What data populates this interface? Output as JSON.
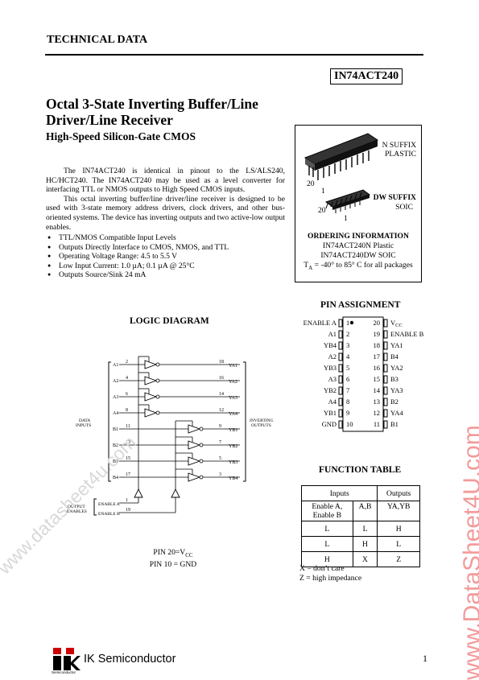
{
  "header": {
    "technical_data": "TECHNICAL DATA",
    "part_number": "IN74ACT240"
  },
  "title": {
    "line1": "Octal 3-State Inverting Buffer/Line",
    "line2": "Driver/Line Receiver",
    "subtitle": "High-Speed Silicon-Gate CMOS"
  },
  "description": {
    "para1": "The IN74ACT240 is identical in pinout to the LS/ALS240, HC/HCT240. The IN74ACT240 may be used as a level converter for interfacing TTL or NMOS outputs to High Speed CMOS inputs.",
    "para2": "This octal inverting buffer/line driver/line receiver is designed to be used with 3-state memory address drivers, clock drivers, and other bus-oriented systems. The device has inverting outputs and two active-low output enables."
  },
  "features": [
    "TTL/NMOS Compatible Input Levels",
    "Outputs Directly Interface to CMOS, NMOS, and TTL",
    "Operating Voltage Range: 4.5 to 5.5 V",
    "Low Input Current: 1.0 µA; 0.1 µA @ 25°C",
    "Outputs Source/Sink 24 mA"
  ],
  "package": {
    "n_suffix": "N SUFFIX",
    "n_type": "PLASTIC",
    "dw_suffix": "DW SUFFIX",
    "dw_type": "SOIC",
    "pin20": "20",
    "pin1": "1",
    "ordering_title": "ORDERING INFORMATION",
    "order1": "IN74ACT240N Plastic",
    "order2": "IN74ACT240DW SOIC",
    "temp_ta": "T",
    "temp_sub": "A",
    "temp_rest": " = -40° to 85° C for all packages"
  },
  "logic": {
    "title": "LOGIC DIAGRAM",
    "data_inputs": [
      "DATA",
      "INPUTS"
    ],
    "inverting_outputs": [
      "INVERTING",
      "OUTPUTS"
    ],
    "output_enables": [
      "OUTPUT",
      "ENABLES"
    ],
    "enable_a": "ENABLE A",
    "enable_b": "ENABLE B",
    "enable_a_pin": "1",
    "enable_b_pin": "19",
    "gates": [
      {
        "in": "A1",
        "in_pin": "2",
        "out": "YA1",
        "out_pin": "18"
      },
      {
        "in": "A2",
        "in_pin": "4",
        "out": "YA2",
        "out_pin": "16"
      },
      {
        "in": "A3",
        "in_pin": "6",
        "out": "YA3",
        "out_pin": "14"
      },
      {
        "in": "A4",
        "in_pin": "8",
        "out": "YA4",
        "out_pin": "12"
      },
      {
        "in": "B1",
        "in_pin": "11",
        "out": "YB1",
        "out_pin": "9"
      },
      {
        "in": "B2",
        "in_pin": "13",
        "out": "YB2",
        "out_pin": "7"
      },
      {
        "in": "B3",
        "in_pin": "15",
        "out": "YB3",
        "out_pin": "5"
      },
      {
        "in": "B4",
        "in_pin": "17",
        "out": "YB4",
        "out_pin": "3"
      }
    ],
    "pin20_prefix": "PIN 20=V",
    "pin20_sub": "CC",
    "pin10": "PIN 10 = GND"
  },
  "pin_assignment": {
    "title": "PIN ASSIGNMENT",
    "left": [
      {
        "name": "ENABLE A",
        "pin": "1"
      },
      {
        "name": "A1",
        "pin": "2"
      },
      {
        "name": "YB4",
        "pin": "3"
      },
      {
        "name": "A2",
        "pin": "4"
      },
      {
        "name": "YB3",
        "pin": "5"
      },
      {
        "name": "A3",
        "pin": "6"
      },
      {
        "name": "YB2",
        "pin": "7"
      },
      {
        "name": "A4",
        "pin": "8"
      },
      {
        "name": "YB1",
        "pin": "9"
      },
      {
        "name": "GND",
        "pin": "10"
      }
    ],
    "right": [
      {
        "name": "V",
        "sub": "CC",
        "pin": "20"
      },
      {
        "name": "ENABLE B",
        "sub": "",
        "pin": "19"
      },
      {
        "name": "YA1",
        "sub": "",
        "pin": "18"
      },
      {
        "name": "B4",
        "sub": "",
        "pin": "17"
      },
      {
        "name": "YA2",
        "sub": "",
        "pin": "16"
      },
      {
        "name": "B3",
        "sub": "",
        "pin": "15"
      },
      {
        "name": "YA3",
        "sub": "",
        "pin": "14"
      },
      {
        "name": "B2",
        "sub": "",
        "pin": "13"
      },
      {
        "name": "YA4",
        "sub": "",
        "pin": "12"
      },
      {
        "name": "B1",
        "sub": "",
        "pin": "11"
      }
    ]
  },
  "function_table": {
    "title": "FUNCTION TABLE",
    "head_inputs": "Inputs",
    "head_outputs": "Outputs",
    "col1": [
      "Enable A,",
      "Enable B"
    ],
    "col2": "A,B",
    "col3": "YA,YB",
    "rows": [
      [
        "L",
        "L",
        "H"
      ],
      [
        "L",
        "H",
        "L"
      ],
      [
        "H",
        "X",
        "Z"
      ]
    ],
    "note1": "X = don’t care",
    "note2": "Z = high impedance"
  },
  "footer": {
    "company": "IK Semiconductor",
    "logo_text": "IK",
    "logo_small": "Semiconductor",
    "page": "1"
  },
  "watermarks": {
    "diagonal": "www.datasheet4u.com",
    "vertical": "www.DataSheet4U.com"
  }
}
